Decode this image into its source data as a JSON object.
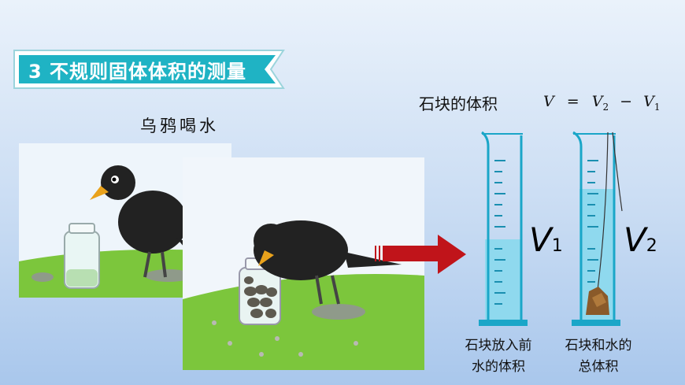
{
  "banner": {
    "title": "3 不规则固体体积的测量"
  },
  "story": {
    "title": "乌鸦喝水"
  },
  "measurement": {
    "label": "石块的体积",
    "formula": {
      "lhs": "V",
      "eq": "=",
      "a": "V",
      "a_sub": "2",
      "minus": "−",
      "b": "V",
      "b_sub": "1"
    }
  },
  "cylinders": [
    {
      "mark": "V",
      "mark_sub": "1",
      "caption_line1": "石块放入前",
      "caption_line2": "水的体积"
    },
    {
      "mark": "V",
      "mark_sub": "2",
      "caption_line1": "石块和水的",
      "caption_line2": "总体积"
    }
  ],
  "colors": {
    "banner": "#1fb3c4",
    "water": "#8fd9ee",
    "arrow": "#c0141a",
    "grass": "#7cc63c",
    "crow": "#222222"
  },
  "icons": [
    "crow-icon",
    "jar-icon",
    "arrow-right-icon",
    "measuring-cylinder-icon",
    "stone-icon"
  ]
}
